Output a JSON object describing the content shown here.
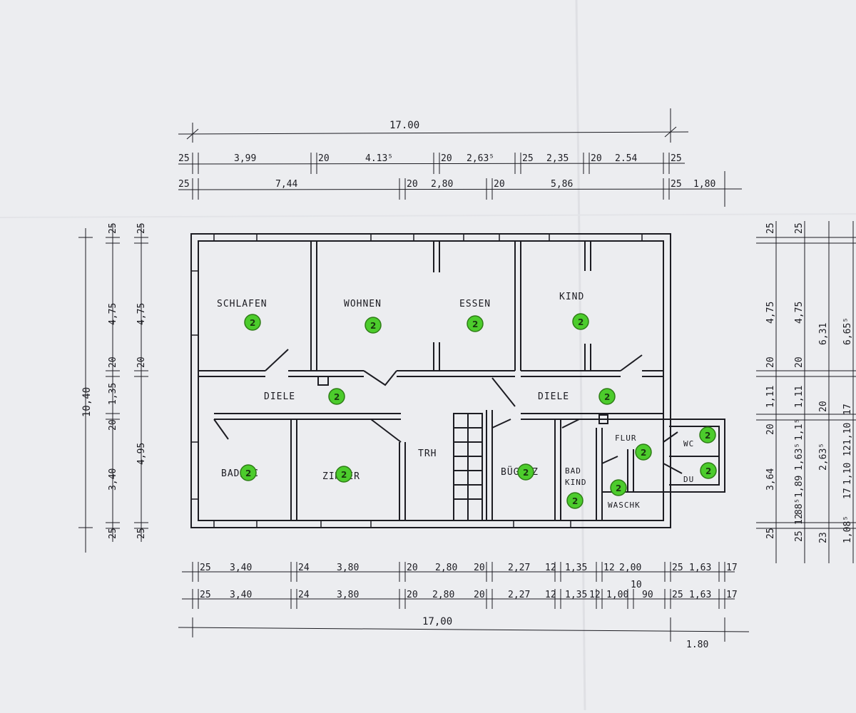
{
  "total_width": "17.00",
  "total_depth": "10,40",
  "top_row1": [
    "25",
    "3,99",
    "20",
    "4.13⁵",
    "20",
    "2,63⁵",
    "25",
    "2,35",
    "20",
    "2.54",
    "25"
  ],
  "top_row2": [
    "25",
    "7,44",
    "20",
    "2,80",
    "20",
    "5,86",
    "25",
    "1,80"
  ],
  "bottom_row1": [
    "25",
    "3,40",
    "24",
    "3,80",
    "20",
    "2,80",
    "20",
    "2,27",
    "12",
    "1,35",
    "12",
    "2,00",
    "25",
    "1,63",
    "17"
  ],
  "bottom_row2": [
    "25",
    "3,40",
    "24",
    "3,80",
    "20",
    "2,80",
    "20",
    "2,27",
    "12",
    "1,35",
    "12",
    "1,00",
    "10",
    "90",
    "25",
    "1,63",
    "17"
  ],
  "bottom_total": "17,00",
  "bottom_extra": "1.80",
  "left_col1": [
    "25",
    "4,75",
    "20",
    "1,35",
    "20",
    "3,40",
    "25"
  ],
  "left_col2": [
    "25",
    "4,75",
    "20",
    "4,95",
    "25"
  ],
  "right_col1": [
    "25",
    "4,75",
    "20",
    "1,11",
    "20",
    "3,64",
    "25"
  ],
  "right_col2": [
    "25",
    "4,75",
    "20",
    "1,11",
    "1,1⁵",
    "1,63⁵",
    "1,89",
    "88⁵",
    "12",
    "25"
  ],
  "right_col3": [
    "20",
    "2,63⁵",
    "23",
    "6,31"
  ],
  "right_col4": [
    "6,65⁵",
    "17",
    "1,10",
    "12",
    "1,10",
    "17",
    "1,08⁵"
  ],
  "rooms": {
    "schlafen": "SCHLAFEN",
    "wohnen": "WOHNEN",
    "essen": "ESSEN",
    "kind": "KIND",
    "diele_left": "DIELE",
    "diele_right": "DIELE",
    "badwc": "BAD/WC",
    "zimmer": "ZIMMER",
    "trh": "TRH",
    "buegelz": "BÜGELZ",
    "bad": "BAD",
    "kind_small": "KIND",
    "flur": "FLUR",
    "wc": "WC",
    "du": "DU",
    "waschk": "WASCHK"
  },
  "badge_text": "2",
  "colors": {
    "badge": "#4ccc2c",
    "badge_border": "#2e7d16",
    "line": "#1c1c22",
    "paper": "#ecedf0"
  }
}
